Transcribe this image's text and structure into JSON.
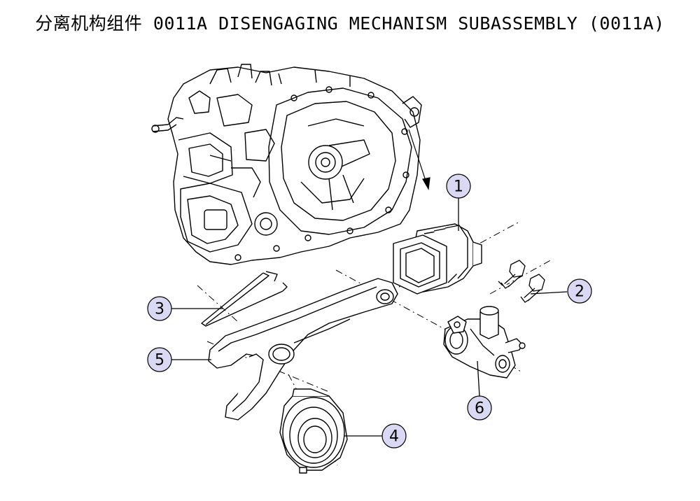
{
  "title": "分离机构组件 0011A DISENGAGING MECHANISM SUBASSEMBLY (0011A)",
  "callouts": {
    "c1": "1",
    "c2": "2",
    "c3": "3",
    "c4": "4",
    "c5": "5",
    "c6": "6"
  },
  "colors": {
    "callout_fill": "#d9d9f3",
    "line": "#000000"
  }
}
